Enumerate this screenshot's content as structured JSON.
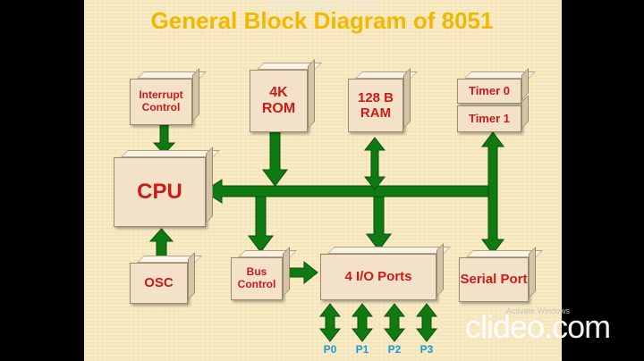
{
  "recorder_watermark": "WWW.BANDICAM.COM",
  "title": "General Block Diagram of 8051",
  "blocks": {
    "interrupt_control": "Interrupt Control",
    "rom": "4K ROM",
    "ram": "128 B RAM",
    "timer0": "Timer 0",
    "timer1": "Timer 1",
    "cpu": "CPU",
    "osc": "OSC",
    "bus_control": "Bus Control",
    "io_ports": "4 I/O Ports",
    "serial_port": "Serial Port"
  },
  "ports": [
    "P0",
    "P1",
    "P2",
    "P3"
  ],
  "overlay": {
    "activate_windows": "Activate Windows",
    "clideo": "clideo.com"
  },
  "colors": {
    "bus_green": "#0f7a12",
    "block_text": "#cc1a1a",
    "title": "#f2b800",
    "port_label": "#1b9bd6"
  }
}
